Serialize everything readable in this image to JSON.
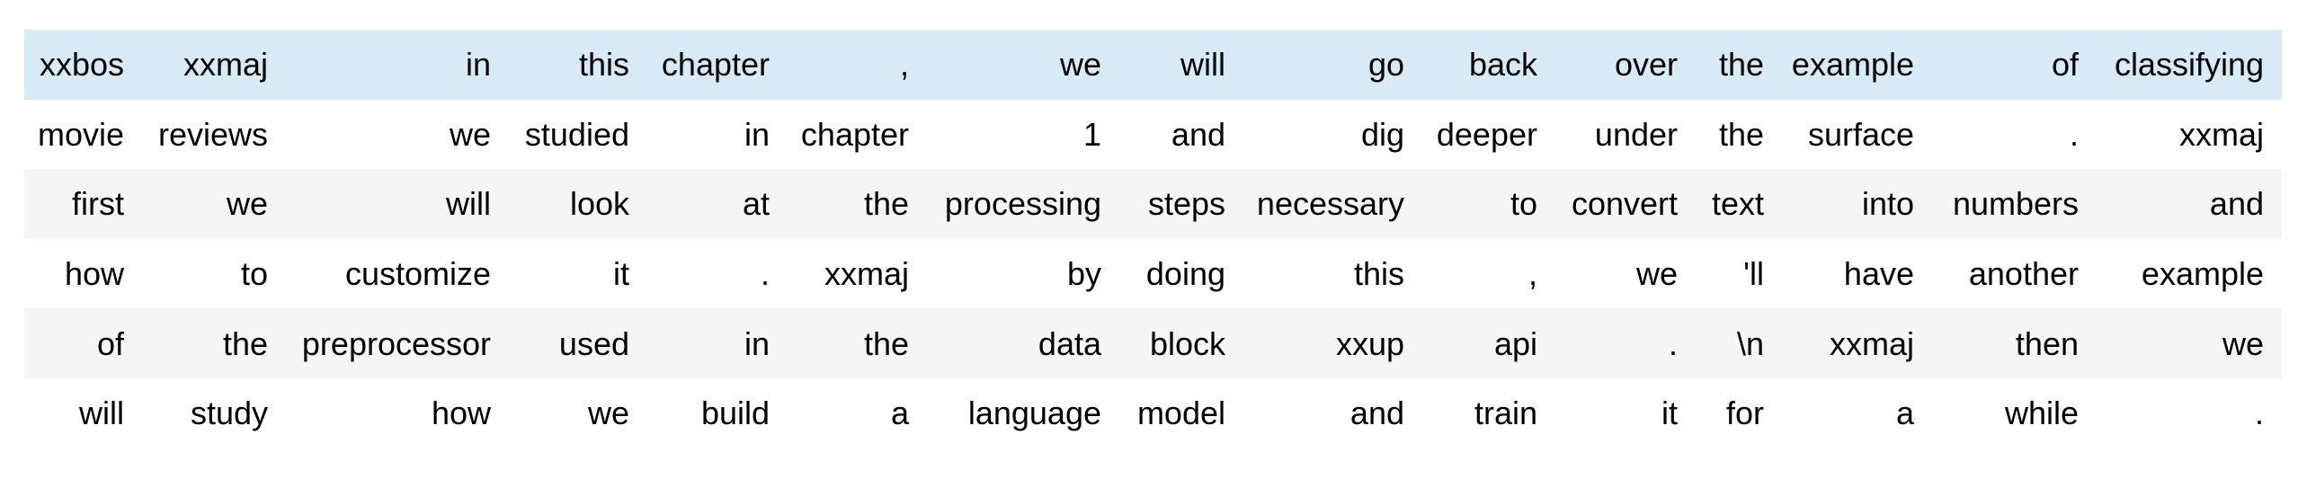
{
  "colors": {
    "highlight_row_bg": "#d9eaf7",
    "stripe_row_bg": "#f5f5f5",
    "plain_row_bg": "#ffffff",
    "text": "#000000"
  },
  "table": {
    "kind": "tokenized-text-batch",
    "num_rows": 6,
    "num_cols": 15,
    "row_styles": [
      "highlight",
      "white",
      "stripe",
      "white",
      "stripe",
      "white"
    ],
    "rows": [
      [
        "xxbos",
        "xxmaj",
        "in",
        "this",
        "chapter",
        ",",
        "we",
        "will",
        "go",
        "back",
        "over",
        "the",
        "example",
        "of",
        "classifying"
      ],
      [
        "movie",
        "reviews",
        "we",
        "studied",
        "in",
        "chapter",
        "1",
        "and",
        "dig",
        "deeper",
        "under",
        "the",
        "surface",
        ".",
        "xxmaj"
      ],
      [
        "first",
        "we",
        "will",
        "look",
        "at",
        "the",
        "processing",
        "steps",
        "necessary",
        "to",
        "convert",
        "text",
        "into",
        "numbers",
        "and"
      ],
      [
        "how",
        "to",
        "customize",
        "it",
        ".",
        "xxmaj",
        "by",
        "doing",
        "this",
        ",",
        "we",
        "'ll",
        "have",
        "another",
        "example"
      ],
      [
        "of",
        "the",
        "preprocessor",
        "used",
        "in",
        "the",
        "data",
        "block",
        "xxup",
        "api",
        ".",
        "\\n",
        "xxmaj",
        "then",
        "we"
      ],
      [
        "will",
        "study",
        "how",
        "we",
        "build",
        "a",
        "language",
        "model",
        "and",
        "train",
        "it",
        "for",
        "a",
        "while",
        "."
      ]
    ]
  }
}
